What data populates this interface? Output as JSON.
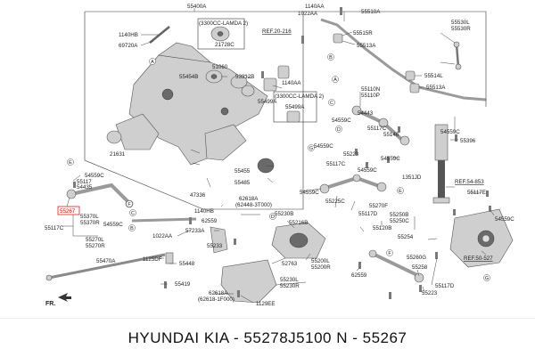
{
  "labels": {
    "l55400A": "55400A",
    "l1140HB": "1140HB",
    "l69720A": "69720A",
    "l3300A": "(3300CC-LAMDA 2)",
    "l21728C": "21728C",
    "l51060": "51060",
    "l55454B": "55454B",
    "l53912B": "53912B",
    "l1140AA_a": "1140AA",
    "l3300B": "(3300CC-LAMDA 2)",
    "l55499A_a": "55499A",
    "l55499A_b": "55499A",
    "l21631": "21631",
    "l1140AA_top": "1140AA",
    "l1022AA_top": "1022AA",
    "ref20216": "REF.20-216",
    "l55510A": "55510A",
    "l55515R": "55515R",
    "l55513A_a": "55513A",
    "l55530L": "55530L",
    "l55530R": "55530R",
    "l55514L": "55514L",
    "l55513A_b": "55513A",
    "l55110N": "55110N",
    "l55110P": "55110P",
    "l54443": "54443",
    "l55146": "55146",
    "l55117C_a": "55117C",
    "l54559C_a": "54559C",
    "l54559C_b": "54559C",
    "l55396": "55396",
    "l54559C_c": "54559C",
    "l55223": "55223",
    "l55117C_b": "55117C",
    "l54559C_d": "54559C",
    "l54559C_e": "54559C",
    "l1351JD": "1351JD",
    "ref54853": "REF.54-853",
    "l54559C_f": "54559C",
    "l55225C": "55225C",
    "l55270F": "55270F",
    "l55117D_a": "55117D",
    "l55117E": "55117E",
    "l55455": "55455",
    "l55485": "55485",
    "l54559C_g": "54559C",
    "l55117": "55117",
    "l54435": "54435",
    "l55267": "55267",
    "l55117C_c": "55117C",
    "l55370L": "55370L",
    "l55370R": "55370R",
    "l54559C_h": "54559C",
    "l47336": "47336",
    "l62618A": "62618A",
    "l62448": "(62448-3T000)",
    "l55230B": "55230B",
    "l1140HB_b": "1140HB",
    "l62559_a": "62559",
    "l55216B": "55216B",
    "l57233A": "57233A",
    "l1022AA_b": "1022AA",
    "l55270L": "55270L",
    "l55270R": "55270R",
    "l55233": "55233",
    "l55250B": "55250B",
    "l55250C": "55250C",
    "l55120B": "55120B",
    "l54559C_i": "54559C",
    "l55254": "55254",
    "l55260G": "55260G",
    "ref50527": "REF.50-527",
    "l55470A": "55470A",
    "l1125DF": "1125DF",
    "l55448": "55448",
    "l52763": "52763",
    "l55200L": "55200L",
    "l55200R": "55200R",
    "l55230L": "55230L",
    "l55230R": "55230R",
    "l55419": "55419",
    "l62618A_b": "62618A",
    "l62618": "(62618-1F000)",
    "l1129EE": "1129EE",
    "l62559_b": "62559",
    "l55258": "55258",
    "l55223_b": "55223",
    "l55117D_b": "55117D",
    "fr": "FR."
  },
  "badges": {
    "bA": "A",
    "bB": "B",
    "bC": "C",
    "bD": "D",
    "bE": "E",
    "bF": "F",
    "bG": "G",
    "bA2": "A",
    "bB2": "B",
    "bC2": "C",
    "bD2": "D",
    "bE2": "E",
    "bF2": "F",
    "bG2": "G"
  },
  "footer": {
    "text": "HYUNDAI  KIA - 55278J5100      N - 55267"
  },
  "colors": {
    "highlight": "#d40000",
    "part_fill": "#cfcfcf"
  }
}
